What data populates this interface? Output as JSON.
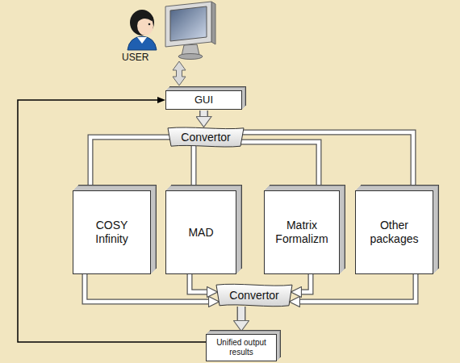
{
  "diagram": {
    "nodes": [
      {
        "text": [
          "GUI"
        ]
      },
      {
        "text": [
          "Convertor"
        ]
      },
      {
        "text": [
          "COSY Infinity"
        ]
      },
      {
        "text": [
          "MAD"
        ]
      },
      {
        "text": [
          "Matrix Formalizm"
        ]
      },
      {
        "text": [
          "Other packages"
        ]
      },
      {
        "text": [
          "Convertor"
        ]
      },
      {
        "text": [
          "Unified output results"
        ]
      }
    ],
    "edges": [
      {
        "from": 0,
        "to": 1,
        "arrow": "to"
      },
      {
        "from": 1,
        "to": 2,
        "arrow": "none"
      },
      {
        "from": 1,
        "to": 3,
        "arrow": "none"
      },
      {
        "from": 1,
        "to": 4,
        "arrow": "none"
      },
      {
        "from": 1,
        "to": 5,
        "arrow": "none"
      },
      {
        "from": 2,
        "to": 6,
        "arrow": "to"
      },
      {
        "from": 3,
        "to": 6,
        "arrow": "to"
      },
      {
        "from": 4,
        "to": 6,
        "arrow": "to"
      },
      {
        "from": 5,
        "to": 6,
        "arrow": "to"
      },
      {
        "from": 6,
        "to": 7,
        "arrow": "to"
      },
      {
        "from": 7,
        "to": 0,
        "arrow": "to"
      }
    ],
    "labels": [
      "USER"
    ]
  }
}
